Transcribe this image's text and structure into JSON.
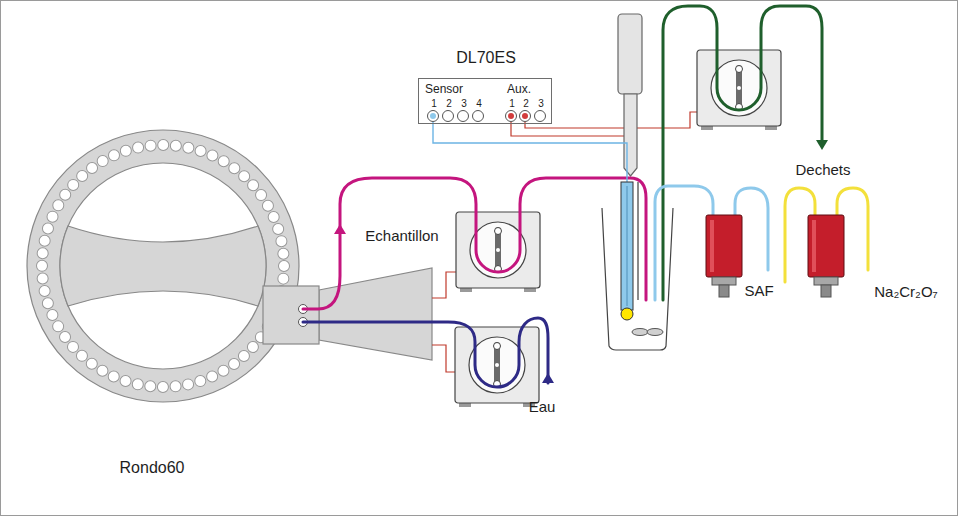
{
  "diagram": {
    "nodes": [
      {
        "text": [
          "DL70ES",
          "Sensor",
          "1",
          "2",
          "3",
          "4",
          "Aux.",
          "1",
          "2",
          "3"
        ]
      }
    ],
    "labels": [
      "Echantillon",
      "Dechets",
      "SAF",
      "Na₂Cr₂O₇",
      "Eau",
      "Rondo60"
    ]
  }
}
